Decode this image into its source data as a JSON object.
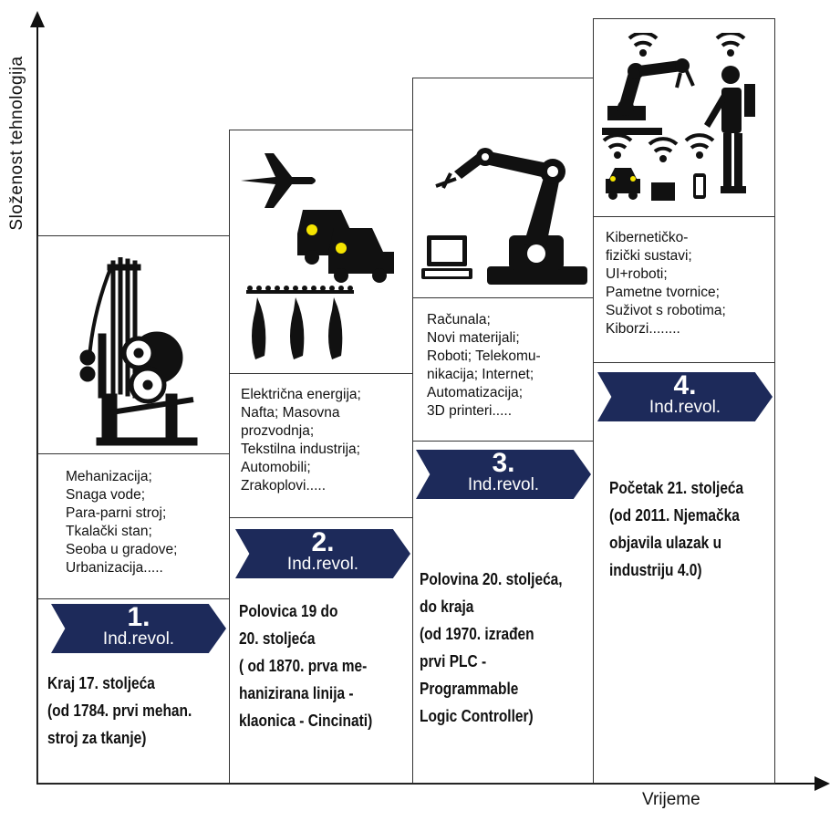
{
  "axes": {
    "y_label": "Složenost tehnologija",
    "x_label": "Vrijeme"
  },
  "revolutions": [
    {
      "number": "1.",
      "badge_label": "Ind.revol.",
      "era": "Kraj 17. stoljeća\n(od 1784. prvi mehan.\nstroj za tkanje)",
      "features": "Mehanizacija;\nSnaga vode;\nPara-parni stroj;\nTkalački stan;\nSeoba u gradove;\nUrbanizacija.....",
      "icon": "loom-icon"
    },
    {
      "number": "2.",
      "badge_label": "Ind.revol.",
      "era": "Polovica 19 do\n20. stoljeća\n( od 1870. prva me-\nhanizirana linija -\nklaonica - Cincinati)",
      "features": "Električna energija;\nNafta; Masovna\nprozvodnja;\nTekstilna industrija;\nAutomobili;\nZrakoplovi.....",
      "icon": "airplane-cars-assembly-line-icon"
    },
    {
      "number": "3.",
      "badge_label": "Ind.revol.",
      "era": "Polovina 20. stoljeća,\ndo kraja\n(od 1970. izrađen\nprvi PLC -\nProgrammable\nLogic Controller)",
      "features": "Računala;\nNovi materijali;\nRoboti; Telekomu-\nnikacija; Internet;\nAutomatizacija;\n3D printeri.....",
      "icon": "computer-robot-arm-icon"
    },
    {
      "number": "4.",
      "badge_label": "Ind.revol.",
      "era": "Početak 21. stoljeća\n(od 2011. Njemačka\nobjavila ulazak u\nindustriju 4.0)",
      "features": "Kibernetičko-\nfizički sustavi;\nUI+roboti;\nPametne tvornice;\nSuživot s robotima;\nKiborzi........",
      "icon": "connected-robots-icon"
    }
  ],
  "colors": {
    "badge": "#1d2a5a",
    "badge_text": "#ffffff",
    "outline": "#333333",
    "axis": "#111111"
  }
}
